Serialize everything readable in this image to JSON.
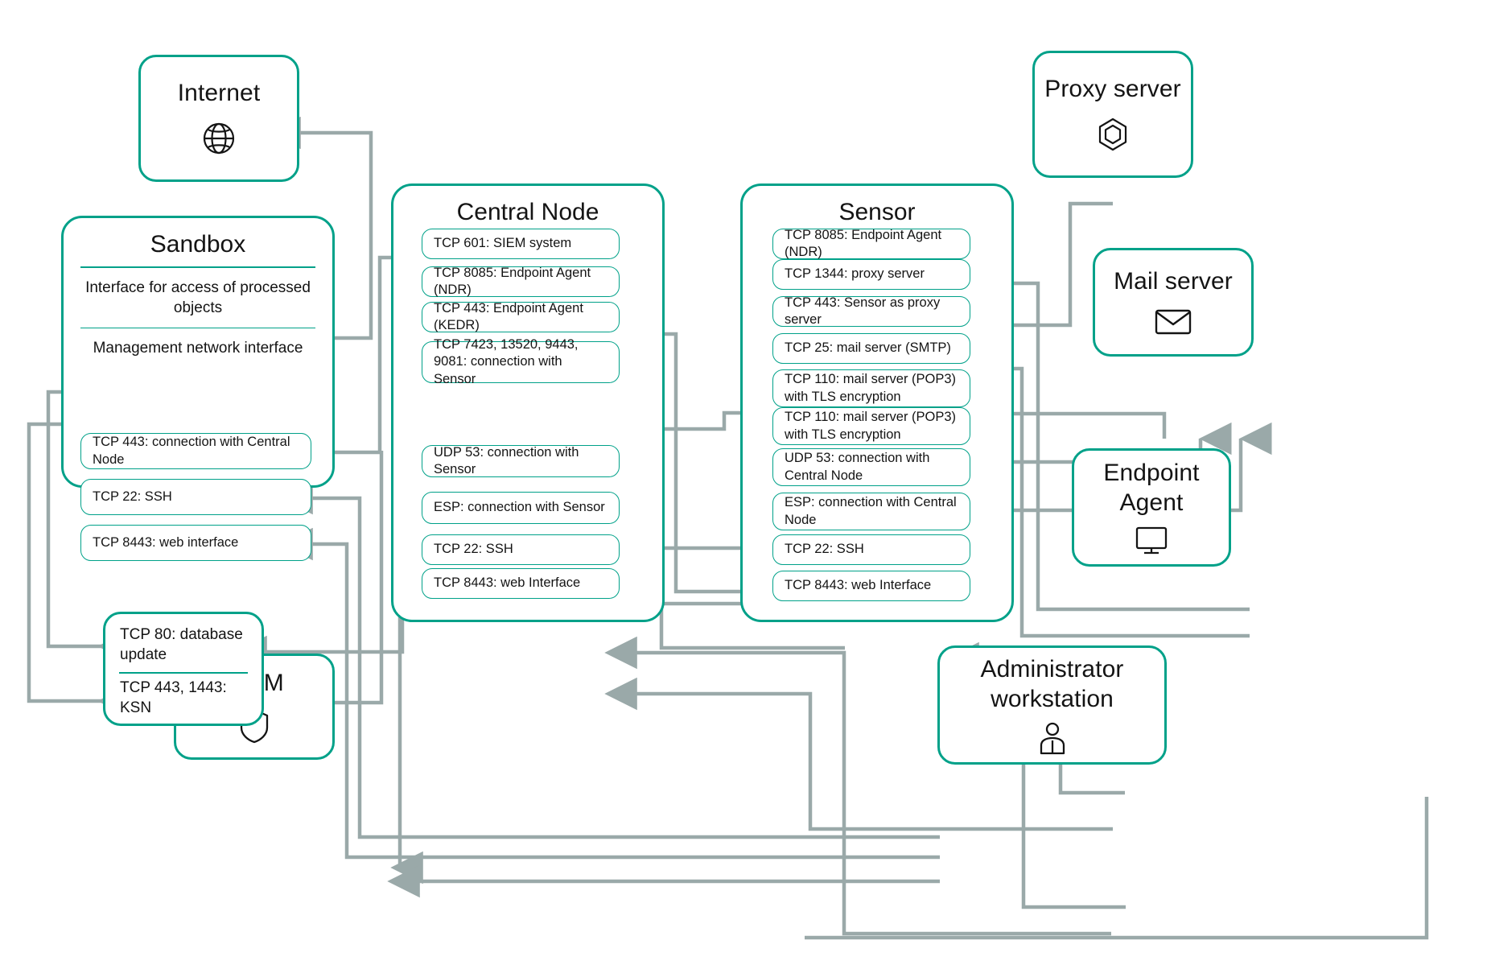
{
  "colors": {
    "node_border": "#00a189",
    "pill_border": "#00a189",
    "wire": "#9aa9a9",
    "text": "#141414",
    "background": "#ffffff"
  },
  "nodes": {
    "internet": {
      "title": "Internet",
      "icon": "globe-icon"
    },
    "proxy_server": {
      "title": "Proxy server",
      "icon": "hexagon-icon"
    },
    "mail_server": {
      "title": "Mail server",
      "icon": "envelope-icon"
    },
    "endpoint_agent": {
      "title": "Endpoint Agent",
      "title_line1": "Endpoint",
      "title_line2": "Agent",
      "icon": "monitor-icon"
    },
    "siem": {
      "title": "SIEM",
      "icon": "shield-icon"
    },
    "admin_workstation": {
      "title": "Administrator workstation",
      "title_line1": "Administrator",
      "title_line2": "workstation",
      "icon": "user-icon"
    }
  },
  "sandbox": {
    "title": "Sandbox",
    "interfaces": [
      "Interface for access of processed objects",
      "Management network interface"
    ],
    "ports": [
      "TCP 443: connection with Central Node",
      "TCP 22: SSH",
      "TCP 8443: web interface"
    ]
  },
  "update_node": {
    "rows": [
      "TCP 80: database update",
      "TCP 443, 1443: KSN"
    ]
  },
  "central_node": {
    "title": "Central Node",
    "ports": [
      "TCP 601: SIEM system",
      "TCP 8085: Endpoint Agent (NDR)",
      "TCP 443: Endpoint Agent (KEDR)",
      "TCP 7423, 13520, 9443, 9081: connection with Sensor",
      "UDP 53: connection with Sensor",
      "ESP: connection with Sensor",
      "TCP 22: SSH",
      "TCP 8443: web Interface"
    ]
  },
  "sensor": {
    "title": "Sensor",
    "ports": [
      "TCP 8085: Endpoint Agent (NDR)",
      "TCP 1344: proxy server",
      "TCP 443: Sensor as proxy server",
      "TCP 25: mail server (SMTP)",
      "TCP 110: mail server (POP3) with TLS encryption",
      "TCP 110: mail server (POP3) with TLS encryption",
      "UDP 53: connection with Central Node",
      "ESP: connection with Central Node",
      "TCP 22: SSH",
      "TCP 8443: web Interface"
    ]
  }
}
